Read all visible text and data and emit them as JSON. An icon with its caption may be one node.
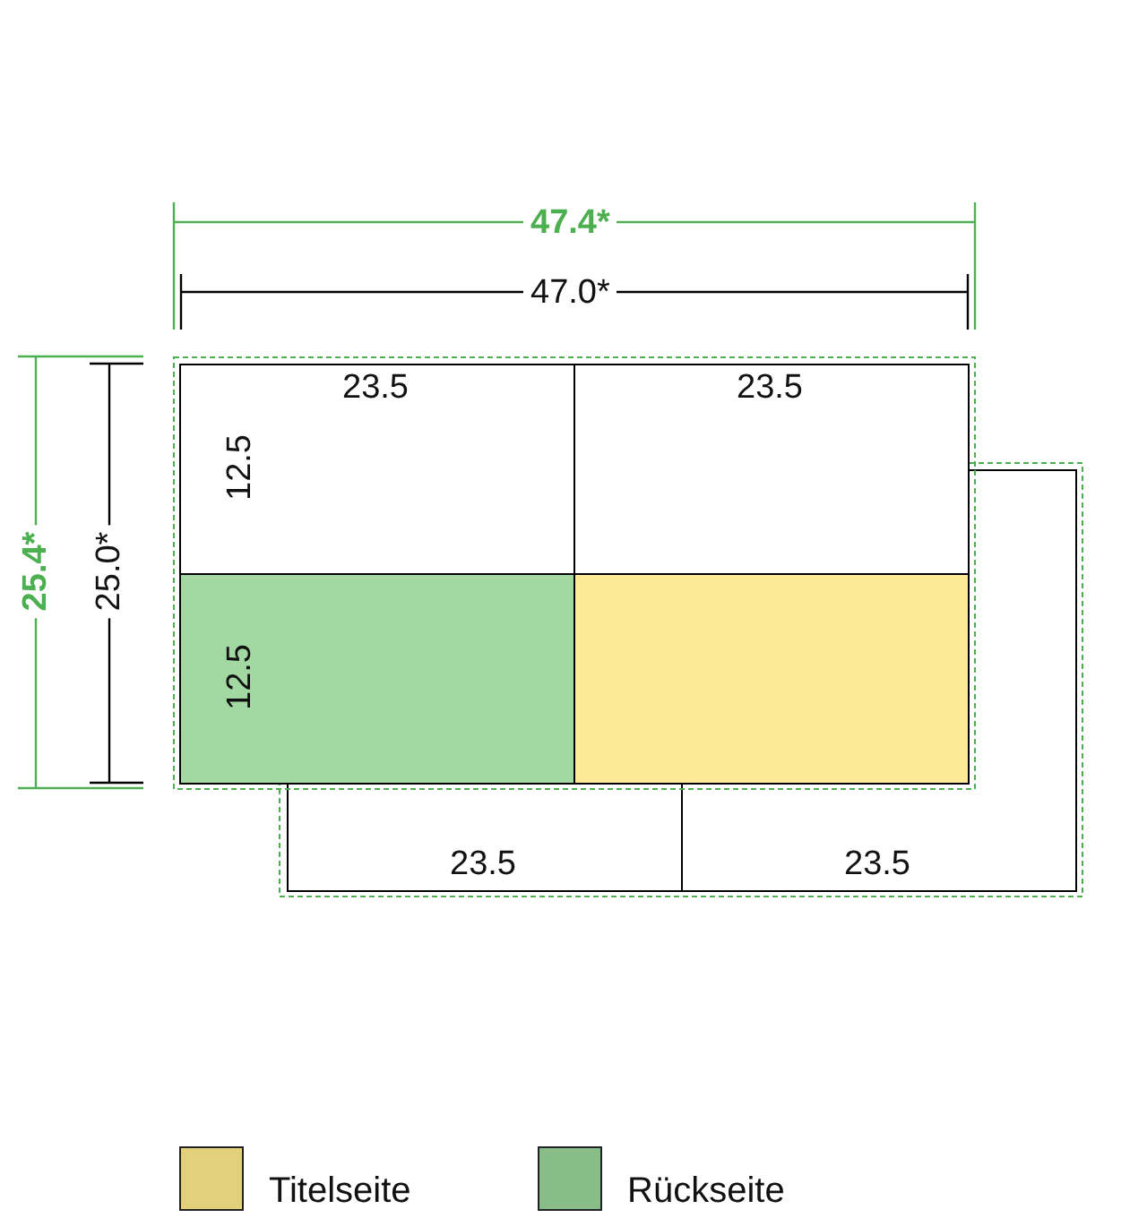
{
  "diagram": {
    "nodes": [
      {
        "text": [
          "23.5",
          "12.5"
        ]
      },
      {
        "text": [
          "23.5"
        ]
      },
      {
        "text": [
          "12.5"
        ]
      },
      {
        "text": [],
        "shape": "box"
      },
      {
        "text": [],
        "shape": "box"
      },
      {
        "text": [],
        "shape": "box"
      },
      {
        "text": [
          "23.5"
        ]
      },
      {
        "text": [
          "23.5"
        ]
      }
    ],
    "labels": [
      "47.4*",
      "47.0*",
      "25.4*",
      "25.0*"
    ],
    "legend": [
      {
        "text": "Titelseite",
        "color": "#e3d07a"
      },
      {
        "text": "Rückseite",
        "color": "#88bd88"
      }
    ]
  }
}
